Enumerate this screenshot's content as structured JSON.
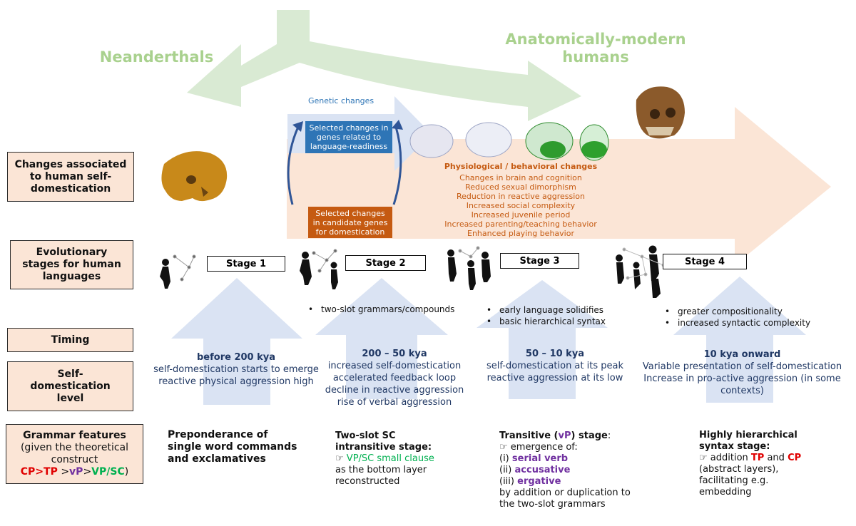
{
  "titles": {
    "neanderthals": "Neanderthals",
    "modern_humans_1": "Anatomically-modern",
    "modern_humans_2": "humans"
  },
  "genetic_changes": "Genetic changes",
  "blue_box": [
    "Selected changes in",
    "genes related to",
    "language-readiness"
  ],
  "orange_box": [
    "Selected changes",
    "in candidate genes",
    "for domestication"
  ],
  "physiological": {
    "title": "Physiological / behavioral changes",
    "items": [
      "Changes in brain and cognition",
      "Reduced sexual dimorphism",
      "Reduction in reactive aggression",
      "Increased social complexity",
      "Increased juvenile period",
      "Increased parenting/teaching behavior",
      "Enhanced playing behavior"
    ]
  },
  "row_labels": {
    "changes": [
      "Changes associated",
      "to human self-",
      "domestication"
    ],
    "stages": [
      "Evolutionary",
      "stages for human",
      "languages"
    ],
    "timing": "Timing",
    "self_dom": [
      "Self-",
      "domestication",
      "level"
    ],
    "grammar_title": "Grammar features",
    "grammar_sub1": "(given the theoretical",
    "grammar_sub2": "construct",
    "grammar_cp": "CP",
    "grammar_tp": "TP",
    "grammar_vp": "vP",
    "grammar_vpsc": "VP/SC",
    "grammar_gt": ">",
    "grammar_paren": ")"
  },
  "stages": [
    "Stage 1",
    "Stage 2",
    "Stage 3",
    "Stage 4"
  ],
  "stage_bullets": {
    "s2": [
      "two-slot grammars/compounds"
    ],
    "s3": [
      "early language solidifies",
      "basic hierarchical syntax"
    ],
    "s4": [
      "greater compositionality",
      "increased syntactic complexity"
    ]
  },
  "timing": [
    {
      "head": "before 200 kya",
      "lines": [
        "self-domestication starts to emerge",
        "reactive physical aggression high"
      ]
    },
    {
      "head": "200 – 50 kya",
      "lines": [
        "increased self-domestication",
        "accelerated feedback loop",
        "decline in reactive aggression",
        "rise of verbal aggression"
      ]
    },
    {
      "head": "50 – 10 kya",
      "lines": [
        "self-domestication at its peak",
        "reactive aggression at its low"
      ]
    },
    {
      "head": "10 kya onward",
      "lines": [
        "Variable presentation of self-domestication",
        "Increase in pro-active aggression (in some",
        "contexts)"
      ]
    }
  ],
  "grammar": {
    "g1": [
      "Preponderance of",
      "single word commands",
      "and exclamatives"
    ],
    "g2": {
      "l1": "Two-slot SC",
      "l2": "intransitive stage:",
      "hand": "☞",
      "small": "VP/SC small clause",
      "l4": "as the bottom layer",
      "l5": "reconstructed"
    },
    "g3": {
      "l1a": "Transitive (",
      "l1b": "vP",
      "l1c": ") stage",
      "l1d": ":",
      "l2": "☞ emergence of:",
      "i": "(i)",
      "i_t": "serial verb",
      "ii": "(ii)",
      "ii_t": "accusative",
      "iii": "(iii)",
      "iii_t": "ergative",
      "l6": "by addition or duplication to",
      "l7": "the two-slot grammars"
    },
    "g4": {
      "l1": "Highly hierarchical",
      "l2": "syntax stage:",
      "l3a": "☞ addition",
      "l3b": "TP",
      "l3c": "and",
      "l3d": "CP",
      "l4": "(abstract layers),",
      "l5": "facilitating e.g.",
      "l6": "embedding"
    }
  },
  "colors": {
    "green_arrow": "#d9ead3",
    "green_text": "#a9d18e",
    "orange_arrow": "#fbe5d6",
    "blue_arrow": "#dae3f3",
    "blue_box": "#2e75b6",
    "orange_box": "#c55a11",
    "timing_text": "#203864"
  }
}
